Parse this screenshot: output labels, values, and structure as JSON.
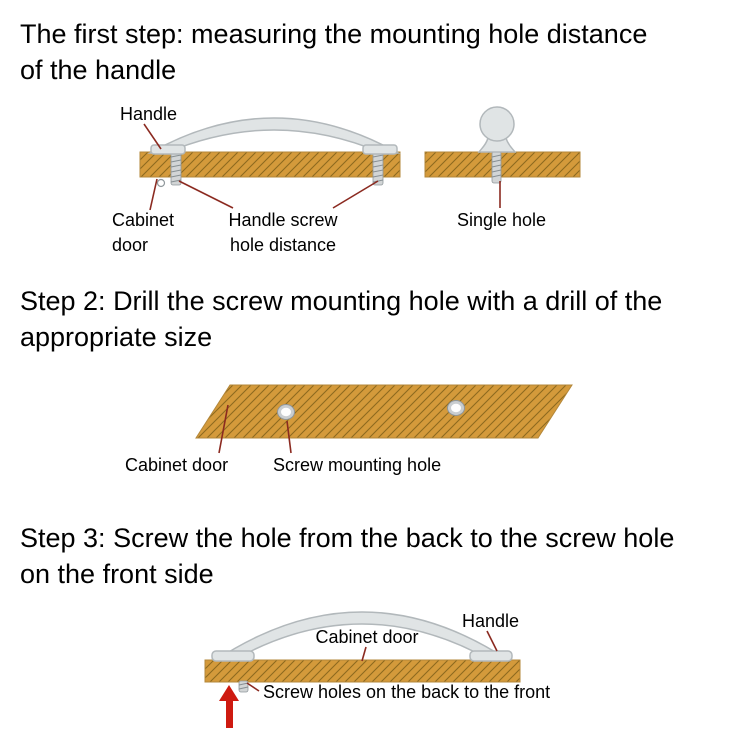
{
  "colors": {
    "background": "#ffffff",
    "wood": "#d49a3b",
    "wood_hatch": "#8d6a1f",
    "metal": "#e0e4e5",
    "pointer_line": "#8b2a20",
    "arrow": "#ce1a10",
    "text": "#000000"
  },
  "step1": {
    "heading": [
      "The first step: measuring the mounting hole distance",
      "of the handle"
    ],
    "labels": {
      "handle": "Handle",
      "cabinet_line1": "Cabinet",
      "cabinet_line2": "door",
      "distance_line1": "Handle screw",
      "distance_line2": "hole distance",
      "single_hole": "Single hole"
    }
  },
  "step2": {
    "heading": [
      "Step 2: Drill the screw mounting hole with a drill of the",
      "appropriate size"
    ],
    "labels": {
      "cabinet": "Cabinet door",
      "hole": "Screw mounting hole"
    }
  },
  "step3": {
    "heading": [
      "Step 3: Screw the hole from the back to the screw hole",
      "on the front side"
    ],
    "labels": {
      "cabinet": "Cabinet door",
      "handle": "Handle",
      "screws": "Screw holes on the back to the front"
    }
  }
}
